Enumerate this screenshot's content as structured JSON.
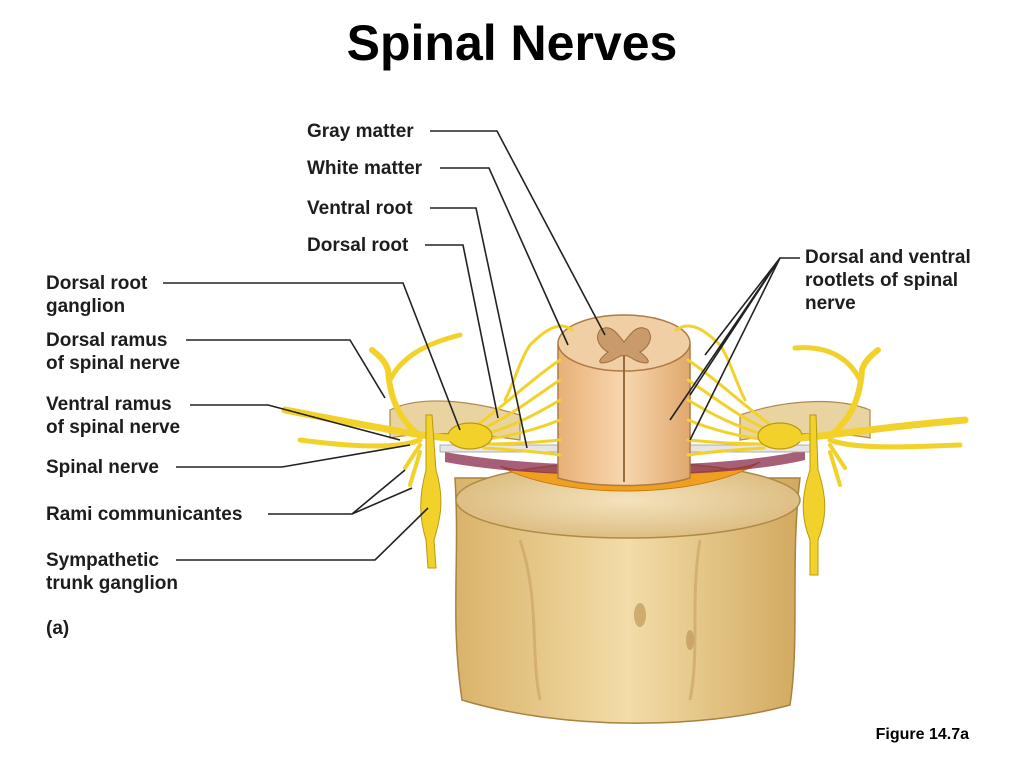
{
  "slide": {
    "title": "Spinal Nerves",
    "figure_caption": "Figure 14.7a",
    "panel_letter": "(a)"
  },
  "labels": {
    "gray_matter": "Gray matter",
    "white_matter": "White matter",
    "ventral_root": "Ventral root",
    "dorsal_root": "Dorsal root",
    "dorsal_root_ganglion_l1": "Dorsal root",
    "dorsal_root_ganglion_l2": "ganglion",
    "dorsal_ramus_l1": "Dorsal ramus",
    "dorsal_ramus_l2": "of spinal nerve",
    "ventral_ramus_l1": "Ventral ramus",
    "ventral_ramus_l2": "of spinal nerve",
    "spinal_nerve": "Spinal nerve",
    "rami_communicantes": "Rami communicantes",
    "sympathetic_l1": "Sympathetic",
    "sympathetic_l2": "trunk ganglion",
    "rootlets_l1": "Dorsal and ventral",
    "rootlets_l2": "rootlets of spinal",
    "rootlets_l3": "nerve"
  },
  "colors": {
    "nerve": "#f2d22a",
    "bone": "#e8c98a",
    "cord": "#f0c38c",
    "gray_matter": "#c79a6a",
    "fat": "#f0a020",
    "leader": "#222222"
  }
}
